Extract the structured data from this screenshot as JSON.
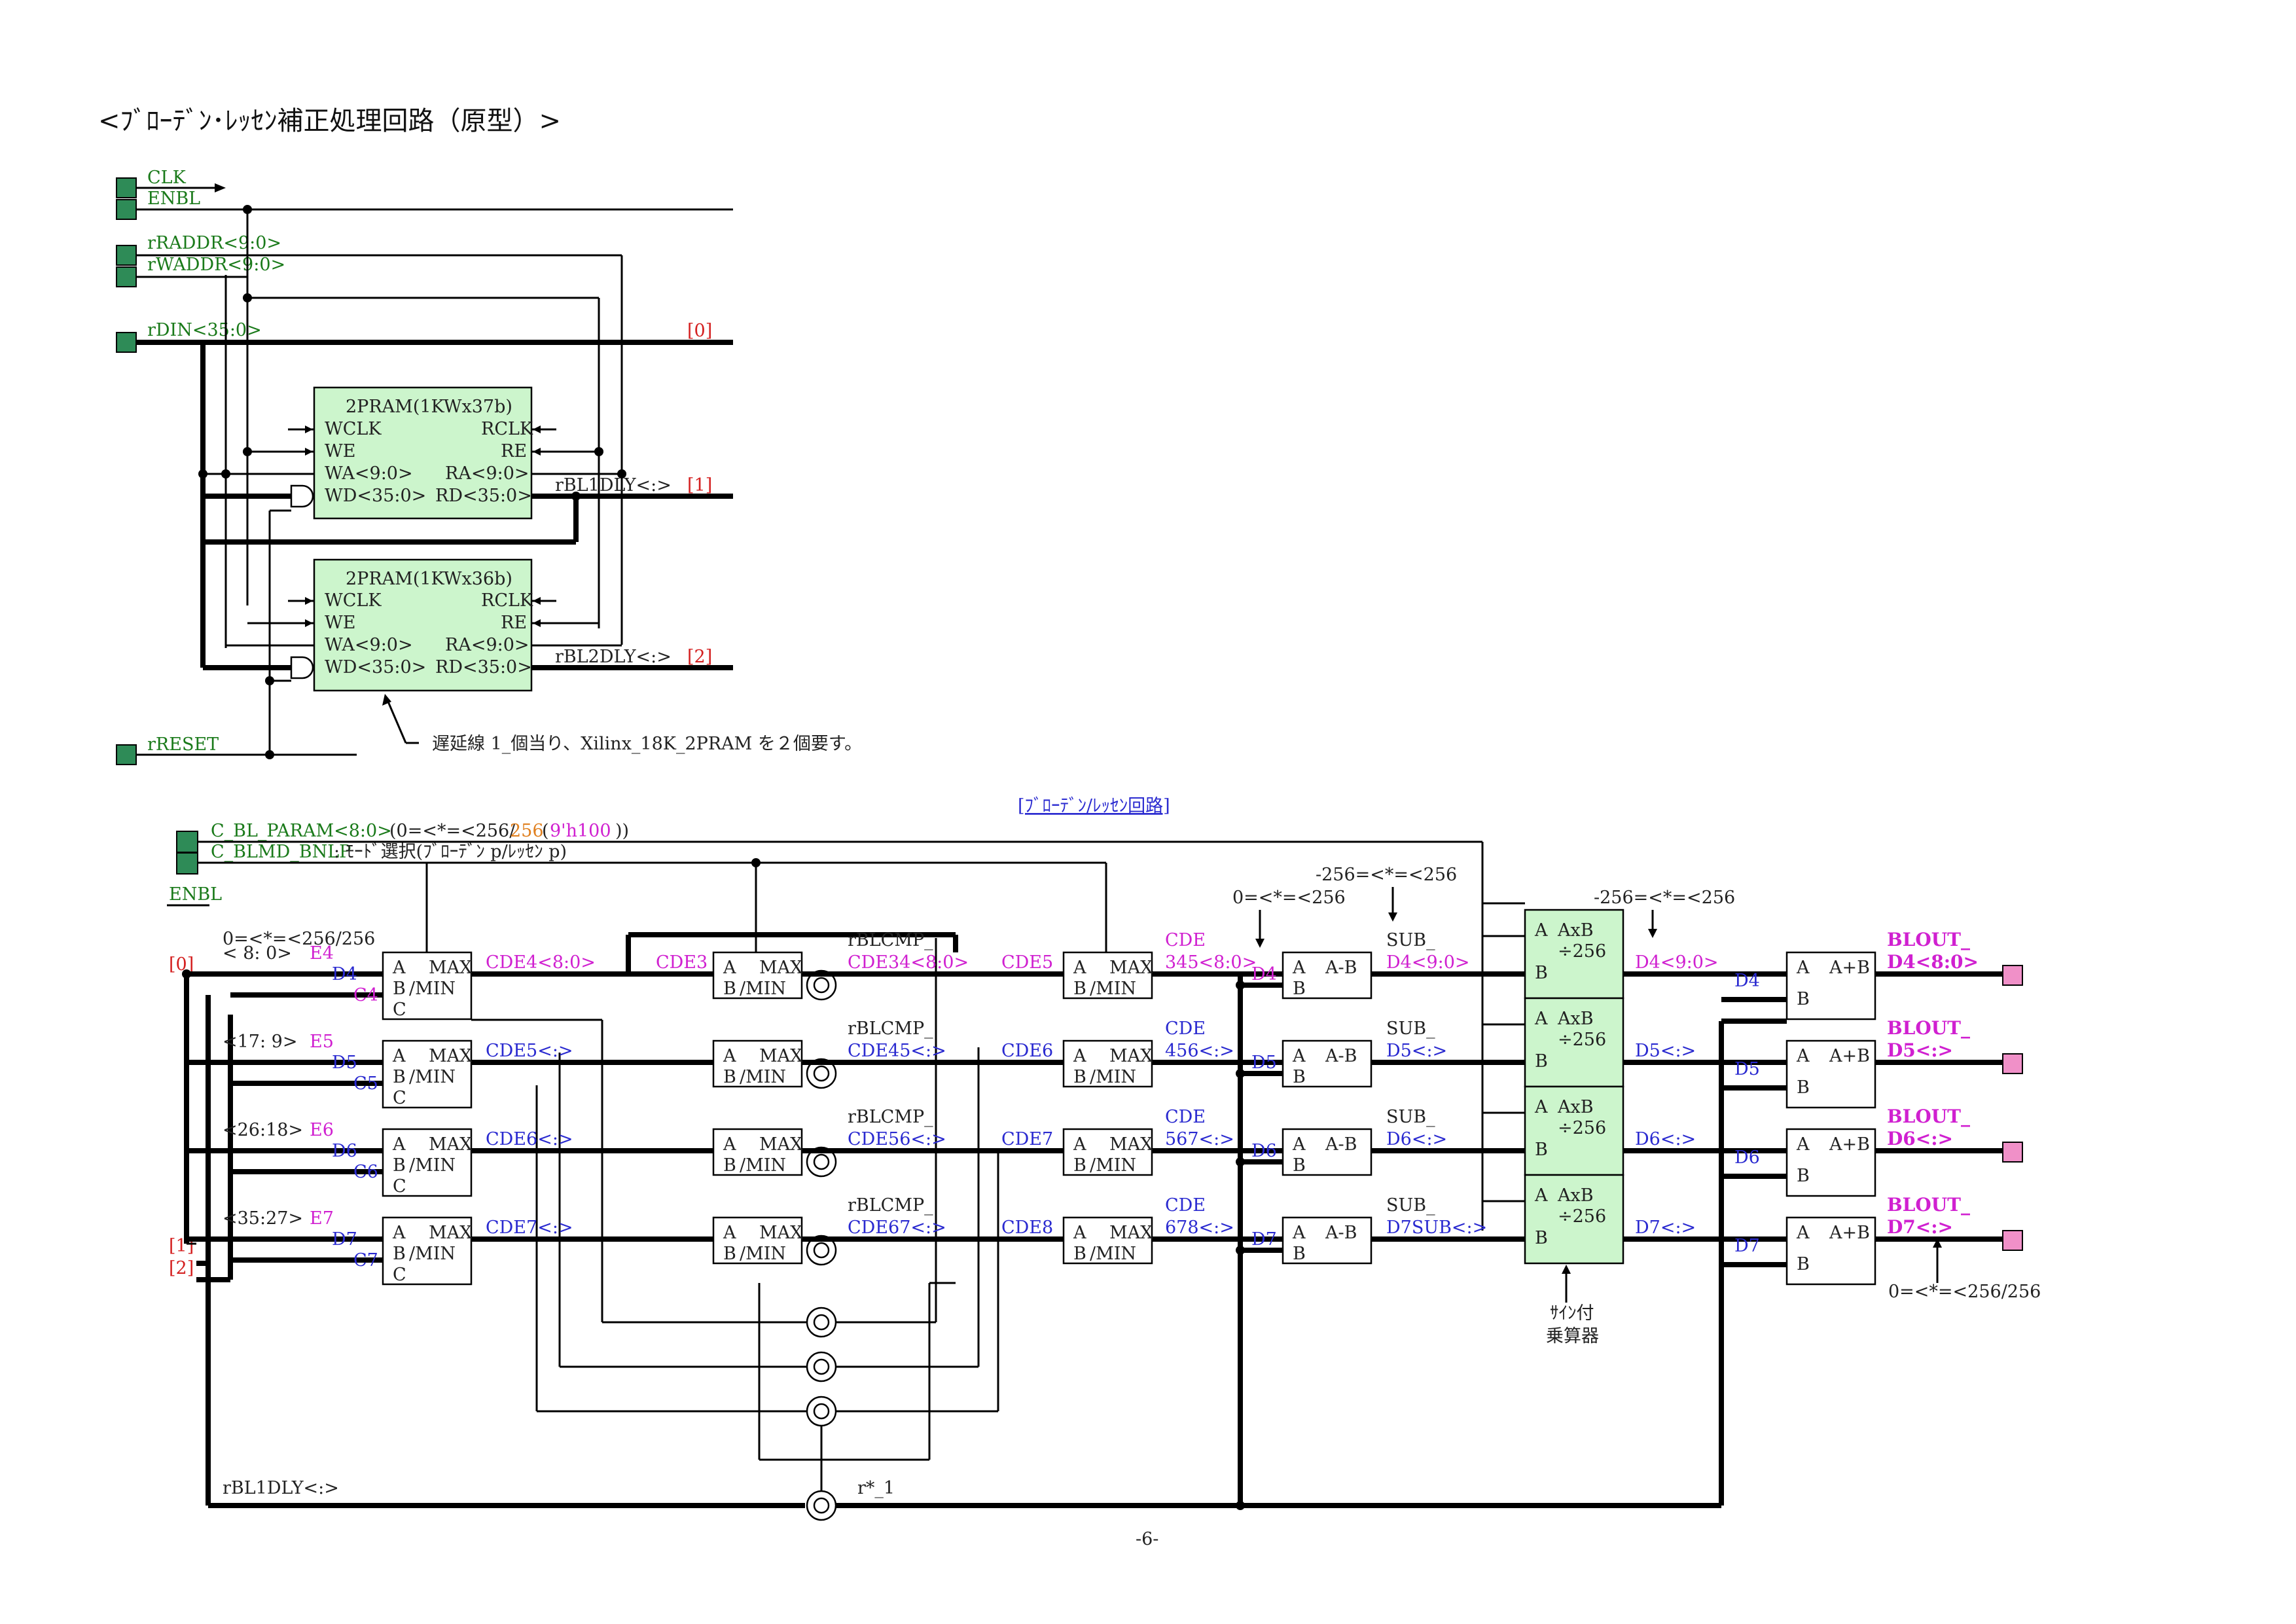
{
  "title": "<ﾌﾞﾛｰﾃﾞﾝ･ﾚｯｾﾝ補正処理回路（原型）>",
  "page_number": "-6-",
  "top": {
    "ports": {
      "clk": "CLK",
      "enbl": "ENBL",
      "raddr": "rRADDR<9:0>",
      "waddr": "rWADDR<9:0>",
      "din": "rDIN<35:0>",
      "reset": "rRESET"
    },
    "taps": {
      "t0": "[0]",
      "t1": "[1]",
      "t2": "[2]"
    },
    "bus1": "rBL1DLY<:>",
    "bus2": "rBL2DLY<:>",
    "ram1": {
      "title": "2PRAM(1KWx37b)",
      "wclk": "WCLK",
      "rclk": "RCLK",
      "we": "WE",
      "re": "RE",
      "wa": "WA<9:0>",
      "ra": "RA<9:0>",
      "wd": "WD<35:0>",
      "rd": "RD<35:0>"
    },
    "ram2": {
      "title": "2PRAM(1KWx36b)",
      "wclk": "WCLK",
      "rclk": "RCLK",
      "we": "WE",
      "re": "RE",
      "wa": "WA<9:0>",
      "ra": "RA<9:0>",
      "wd": "WD<35:0>",
      "rd": "RD<35:0>"
    },
    "note": "遅延線 1_個当り、Xilinx_18K_2PRAM を２個要す。"
  },
  "bottom": {
    "link": "[ﾌﾞﾛｰﾃﾞﾝ/ﾚｯｾﾝ回路]",
    "param": {
      "port": "C_BL_PARAM<8:0>",
      "range_a": "(0=<*=<256/",
      "range_b": "256",
      "range_c": "(",
      "range_d": "9'h100",
      "range_e": "))"
    },
    "blmd": {
      "port": "C_BLMD_BNLP",
      "desc": " : ﾓｰﾄﾞ選択(ﾌﾞﾛｰﾃﾞﾝ p/ﾚｯｾﾝ p)"
    },
    "enbl": "ENBL",
    "in_taps": {
      "t0": "[0]",
      "t1": "[1]",
      "t2": "[2]"
    },
    "range_in": "0=<*=<256/256",
    "groups": [
      {
        "slice": "< 8: 0>",
        "e": "E4",
        "d": "D4",
        "c": "C4",
        "cde": "CDE4<8:0>"
      },
      {
        "slice": "<17: 9>",
        "e": "E5",
        "d": "D5",
        "c": "C5",
        "cde": "CDE5<:>"
      },
      {
        "slice": "<26:18>",
        "e": "E6",
        "d": "D6",
        "c": "C6",
        "cde": "CDE6<:>"
      },
      {
        "slice": "<35:27>",
        "e": "E7",
        "d": "D7",
        "c": "C7",
        "cde": "CDE7<:>"
      }
    ],
    "maxmin3": {
      "a": "A",
      "max": "MAX",
      "b": "B",
      "min": "/MIN",
      "c": "C"
    },
    "maxmin2": {
      "a": "A",
      "max": "MAX",
      "b": "B",
      "min": "/MIN"
    },
    "cde3": "CDE3",
    "rblcmp": [
      {
        "name": "rBLCMP_",
        "bus": "CDE34<8:0>"
      },
      {
        "name": "rBLCMP_",
        "bus": "CDE45<:>"
      },
      {
        "name": "rBLCMP_",
        "bus": "CDE56<:>"
      },
      {
        "name": "rBLCMP_",
        "bus": "CDE67<:>"
      }
    ],
    "cde_in": [
      "CDE5",
      "CDE6",
      "CDE7",
      "CDE8"
    ],
    "cde_out": [
      {
        "l1": "CDE",
        "l2": "345<8:0>"
      },
      {
        "l1": "CDE",
        "l2": "456<:>"
      },
      {
        "l1": "CDE",
        "l2": "567<:>"
      },
      {
        "l1": "CDE",
        "l2": "678<:>"
      }
    ],
    "sub_in": [
      "D4",
      "D5",
      "D6",
      "D7"
    ],
    "subbox": {
      "a": "A",
      "op": "A-B",
      "b": "B"
    },
    "range_sub_top": "0=<*=<256",
    "range_sub_mid": "-256=<*=<256",
    "sub_out": [
      {
        "l1": "SUB_",
        "l2": "D4<9:0>"
      },
      {
        "l1": "SUB_",
        "l2": "D5<:>"
      },
      {
        "l1": "SUB_",
        "l2": "D6<:>"
      },
      {
        "l1": "SUB_",
        "l2": "D7SUB<:>"
      }
    ],
    "mul": {
      "a": "A",
      "op": "AxB",
      "div": "÷256",
      "b": "B"
    },
    "range_mul": "-256=<*=<256",
    "mul_label": {
      "l1": "ｻｲﾝ付",
      "l2": "乗算器"
    },
    "mul_out": [
      "D4<9:0>",
      "D5<:>",
      "D6<:>",
      "D7<:>"
    ],
    "add_in": [
      "D4",
      "D5",
      "D6",
      "D7"
    ],
    "addbox": {
      "a": "A",
      "op": "A+B",
      "b": "B"
    },
    "outputs": [
      {
        "l1": "BLOUT_",
        "l2": "D4<8:0>"
      },
      {
        "l1": "BLOUT_",
        "l2": "D5<:>"
      },
      {
        "l1": "BLOUT_",
        "l2": "D6<:>"
      },
      {
        "l1": "BLOUT_",
        "l2": "D7<:>"
      }
    ],
    "range_out": "0=<*=<256/256",
    "bus_dly": "rBL1DLY<:>",
    "r_star": "r*_1"
  }
}
